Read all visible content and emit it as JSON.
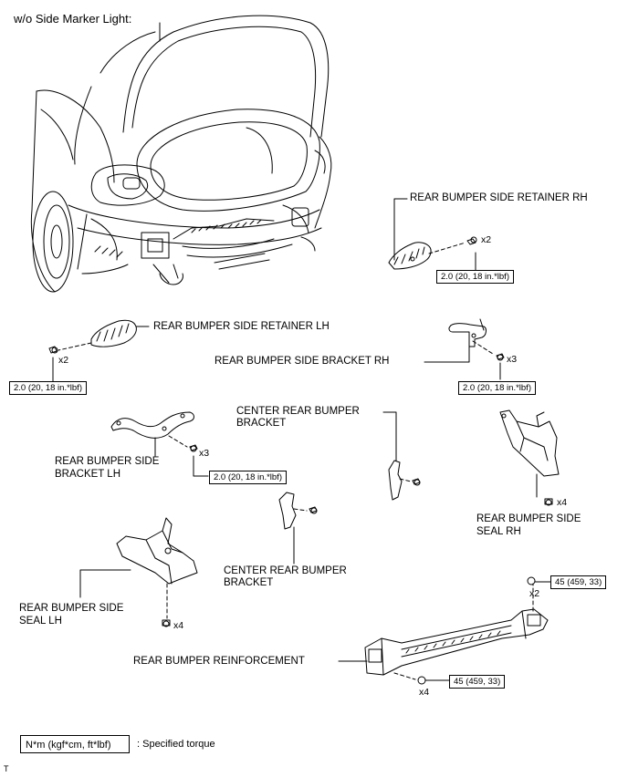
{
  "header": "w/o Side Marker Light:",
  "parts": {
    "retainer_rh": "REAR BUMPER SIDE RETAINER RH",
    "retainer_lh": "REAR BUMPER SIDE RETAINER LH",
    "bracket_rh": "REAR BUMPER SIDE BRACKET RH",
    "center_bracket_upper_1": "CENTER REAR BUMPER",
    "center_bracket_upper_2": "BRACKET",
    "bracket_lh_1": "REAR BUMPER SIDE",
    "bracket_lh_2": "BRACKET LH",
    "seal_rh_1": "REAR BUMPER SIDE",
    "seal_rh_2": "SEAL RH",
    "center_bracket_lower_1": "CENTER REAR BUMPER",
    "center_bracket_lower_2": "BRACKET",
    "seal_lh_1": "REAR BUMPER SIDE",
    "seal_lh_2": "SEAL LH",
    "reinforcement": "REAR BUMPER REINFORCEMENT"
  },
  "torques": {
    "retainer_rh": "2.0 (20, 18 in.*lbf)",
    "retainer_lh": "2.0 (20, 18 in.*lbf)",
    "bracket_rh": "2.0 (20, 18 in.*lbf)",
    "bracket_lh": "2.0 (20, 18 in.*lbf)",
    "reinforcement_upper": "45 (459, 33)",
    "reinforcement_lower": "45 (459, 33)"
  },
  "quantities": {
    "retainer_rh": "x2",
    "retainer_lh": "x2",
    "bracket_rh": "x3",
    "bracket_lh": "x3",
    "seal_rh": "x4",
    "seal_lh": "x4",
    "reinforcement_upper": "x2",
    "reinforcement_lower": "x4"
  },
  "legend": {
    "unit": "N*m (kgf*cm, ft*lbf)",
    "meaning": ": Specified torque"
  },
  "corner_mark": "T"
}
